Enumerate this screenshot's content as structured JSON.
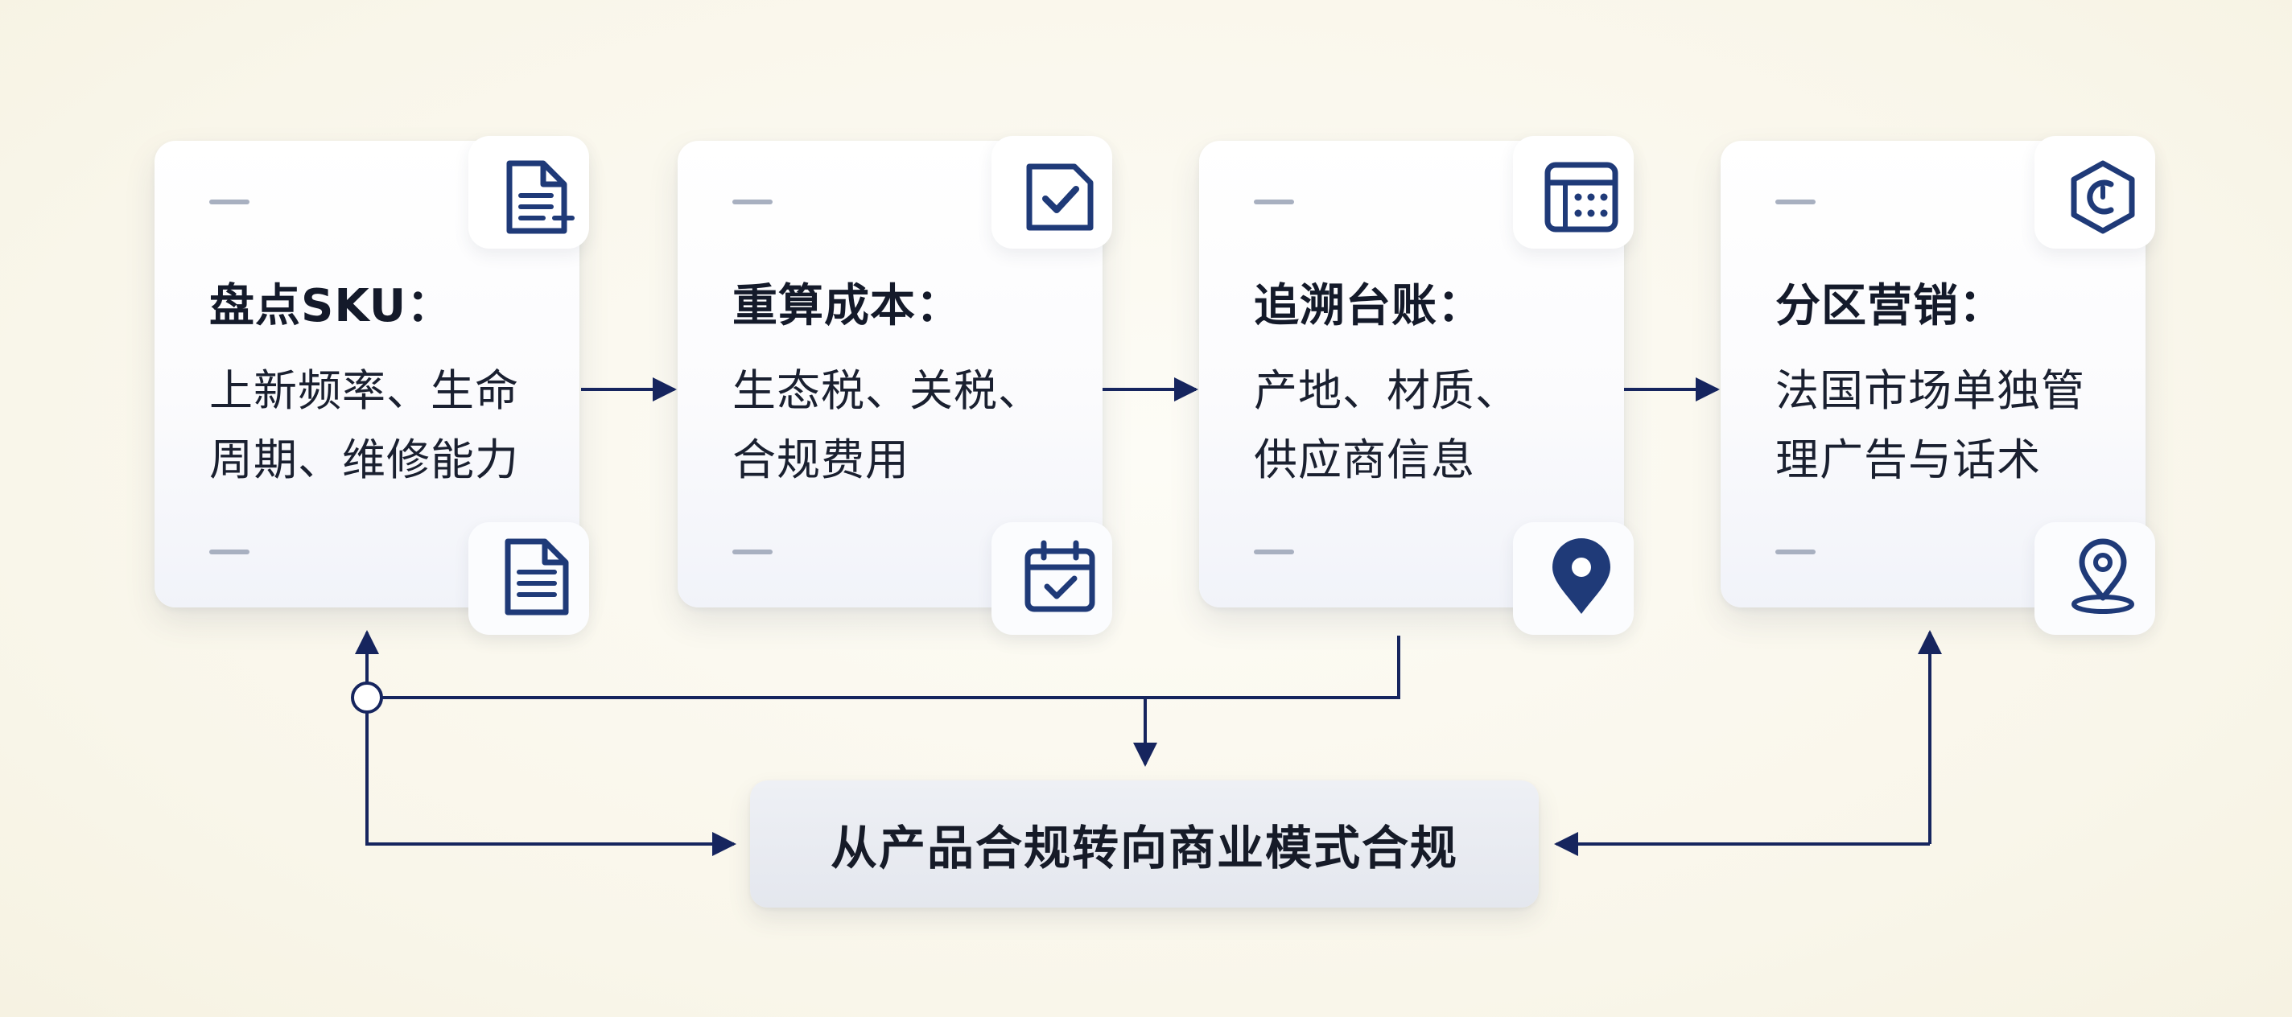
{
  "steps": [
    {
      "title": "盘点SKU：",
      "lines": [
        "上新频率、生命",
        "周期、维修能力"
      ],
      "top_icon": "document-icon",
      "bottom_icon": "document-lines-icon"
    },
    {
      "title": "重算成本：",
      "lines": [
        "生态税、关税、",
        "合规费用"
      ],
      "top_icon": "checkbox-icon",
      "bottom_icon": "calendar-check-icon"
    },
    {
      "title": "追溯台账：",
      "lines": [
        "产地、材质、",
        "供应商信息"
      ],
      "top_icon": "ledger-icon",
      "bottom_icon": "location-pin-icon"
    },
    {
      "title": "分区营销：",
      "lines": [
        "法国市场单独管",
        "理广告与话术"
      ],
      "top_icon": "hexagon-icon",
      "bottom_icon": "map-pin-icon"
    }
  ],
  "center": {
    "label": "从产品合规转向商业模式合规"
  },
  "colors": {
    "accent": "#1f3a78",
    "arrow": "#16255e",
    "text": "#141a2a"
  }
}
